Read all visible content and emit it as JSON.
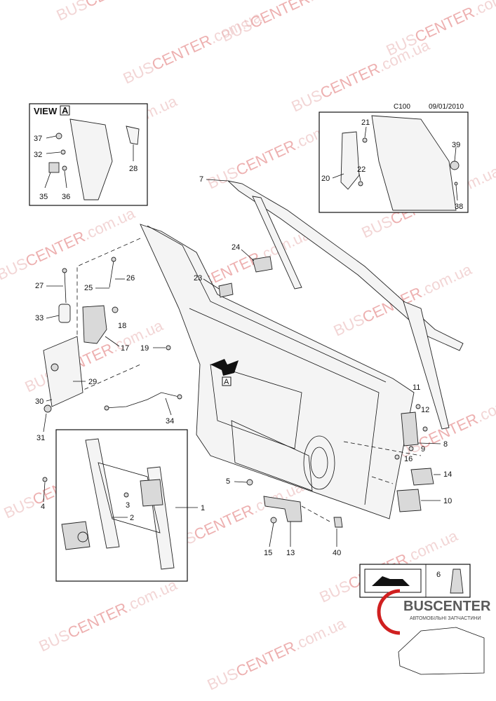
{
  "header": {
    "code": "C100",
    "date": "09/01/2010"
  },
  "view": {
    "title": "VIEW",
    "marker": "A"
  },
  "watermark": {
    "text_a": "BUS",
    "text_b": "CENTER",
    "text_c": ".com.ua"
  },
  "brand": {
    "name": "BUSCENTER",
    "tagline": "АВТОМОБІЛЬНІ ЗАПЧАСТИНИ",
    "accent": "#d02020"
  },
  "callouts": [
    "1",
    "2",
    "3",
    "4",
    "5",
    "6",
    "7",
    "8",
    "9",
    "10",
    "11",
    "12",
    "13",
    "14",
    "15",
    "16",
    "17",
    "18",
    "19",
    "20",
    "21",
    "22",
    "23",
    "24",
    "25",
    "26",
    "27",
    "28",
    "29",
    "30",
    "31",
    "32",
    "33",
    "34",
    "35",
    "36",
    "37",
    "38",
    "39",
    "40"
  ],
  "arrow_marker": "A",
  "colors": {
    "line": "#111111",
    "watermark": "#e8b3b3",
    "watermark_accent": "#e07070"
  }
}
